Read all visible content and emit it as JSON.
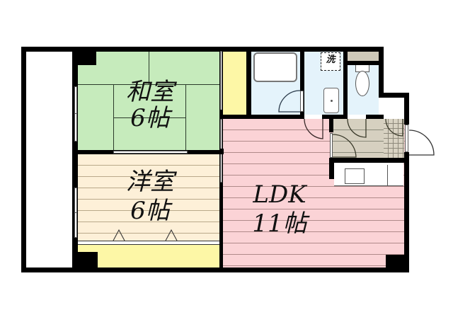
{
  "floor_plan": {
    "rooms": {
      "washitsu": {
        "name": "和室",
        "size": "6帖",
        "color": "#c6ebbc"
      },
      "youshitsu": {
        "name": "洋室",
        "size": "6帖",
        "color": "#fdf0d8"
      },
      "ldk": {
        "name": "LDK",
        "size": "11帖",
        "color": "#fbd3d6"
      },
      "closet": {
        "color": "#fdf7a6"
      },
      "bath": {
        "color": "#e4f3fb"
      },
      "washroom": {
        "color": "#e4f3fb",
        "washer_label": "洗"
      },
      "toilet": {
        "color": "#e4f3fb"
      },
      "hallway": {
        "color": "#d6d0c0"
      },
      "genkan": {
        "color": "#d9d3c3"
      },
      "balcony": {
        "color": "#ffffff"
      }
    },
    "colors": {
      "wall": "#000000",
      "background": "#ffffff"
    }
  }
}
